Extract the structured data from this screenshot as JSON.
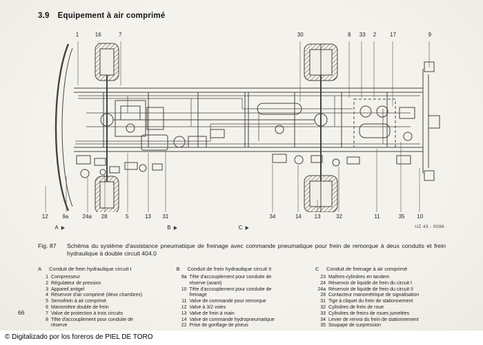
{
  "page": {
    "section_number": "3.9",
    "section_title": "Equipement à air comprimé",
    "page_number": "66",
    "footer_credit": "© Digitalizado por los foreros de PIEL DE TORO"
  },
  "figure": {
    "caption_label": "Fig. 87",
    "caption_text": "Schéma du système d'assistance pneumatique de freinage avec commande pneumatique pour frein de remorque à deux conduits et frein hydraulique à double circuit 404.0",
    "plate_code": "UZ 43 - 0096",
    "top_callouts": [
      {
        "label": "1",
        "x": 9.8
      },
      {
        "label": "16",
        "x": 14.9
      },
      {
        "label": "7",
        "x": 20.3
      },
      {
        "label": "30",
        "x": 64.4
      },
      {
        "label": "8",
        "x": 76.4
      },
      {
        "label": "33",
        "x": 79.6
      },
      {
        "label": "2",
        "x": 82.6
      },
      {
        "label": "17",
        "x": 87.1
      },
      {
        "label": "9",
        "x": 96.1
      }
    ],
    "bottom_callouts": [
      {
        "label": "12",
        "x": 1.9
      },
      {
        "label": "9a",
        "x": 6.9
      },
      {
        "label": "24a",
        "x": 12.2
      },
      {
        "label": "28",
        "x": 16.4
      },
      {
        "label": "5",
        "x": 22.0
      },
      {
        "label": "13",
        "x": 27.1
      },
      {
        "label": "31",
        "x": 31.4
      },
      {
        "label": "34",
        "x": 57.6
      },
      {
        "label": "14",
        "x": 63.9
      },
      {
        "label": "13",
        "x": 68.6
      },
      {
        "label": "32",
        "x": 73.9
      },
      {
        "label": "11",
        "x": 83.2
      },
      {
        "label": "35",
        "x": 89.2
      },
      {
        "label": "10",
        "x": 93.7
      }
    ],
    "line_markers": [
      {
        "label": "A",
        "x": 5.5,
        "arrow": true
      },
      {
        "label": "B",
        "x": 33.0,
        "arrow": true
      },
      {
        "label": "C",
        "x": 50.5,
        "arrow": true
      }
    ]
  },
  "legend": {
    "columns": [
      {
        "letter": "A",
        "title": "Conduit de frein hydraulique circuit I",
        "items": [
          {
            "num": "1",
            "text": "Compresseur"
          },
          {
            "num": "2",
            "text": "Régulateur de pression"
          },
          {
            "num": "3",
            "text": "Appareil antigel"
          },
          {
            "num": "4",
            "text": "Réservoir d'air comprimé (deux chambres)"
          },
          {
            "num": "5",
            "text": "Servofrein à air comprimé"
          },
          {
            "num": "6",
            "text": "Manomètre double de frein"
          },
          {
            "num": "7",
            "text": "Valve de protection à trois circuits"
          },
          {
            "num": "8",
            "text": "Tête d'accouplement pour conduite de réserve"
          }
        ]
      },
      {
        "letter": "B",
        "title": "Conduit de frein hydraulique circuit II",
        "items": [
          {
            "num": "9a",
            "text": "Tête d'accouplement pour conduite de réserve (avant)"
          },
          {
            "num": "10",
            "text": "Tête d'accouplement pour conduite de freinage"
          },
          {
            "num": "11",
            "text": "Valve de commande pour remorque"
          },
          {
            "num": "12",
            "text": "Valve à 3/2 voies"
          },
          {
            "num": "13",
            "text": "Valve de frein à main"
          },
          {
            "num": "14",
            "text": "Valve de commande hydropneumatique"
          },
          {
            "num": "22",
            "text": "Prise de gonflage de pneus"
          }
        ]
      },
      {
        "letter": "C",
        "title": "Conduit de freinage à air comprimé",
        "items": [
          {
            "num": "23",
            "text": "Maîtres-cylindres en tandem"
          },
          {
            "num": "24",
            "text": "Réservoir de liquide de frein du circuit I"
          },
          {
            "num": "24a",
            "text": "Réservoir de liquide de frein du circuit II"
          },
          {
            "num": "28",
            "text": "Contacteur manométrique de signalisation"
          },
          {
            "num": "31",
            "text": "Tige à cliquet du frein de stationnement"
          },
          {
            "num": "32",
            "text": "Cylindres de frein de roue"
          },
          {
            "num": "33",
            "text": "Cylindres de freins de roues jumelées"
          },
          {
            "num": "34",
            "text": "Levier de renvoi du frein de stationnement"
          },
          {
            "num": "35",
            "text": "Soupape de surpression"
          }
        ]
      }
    ]
  }
}
